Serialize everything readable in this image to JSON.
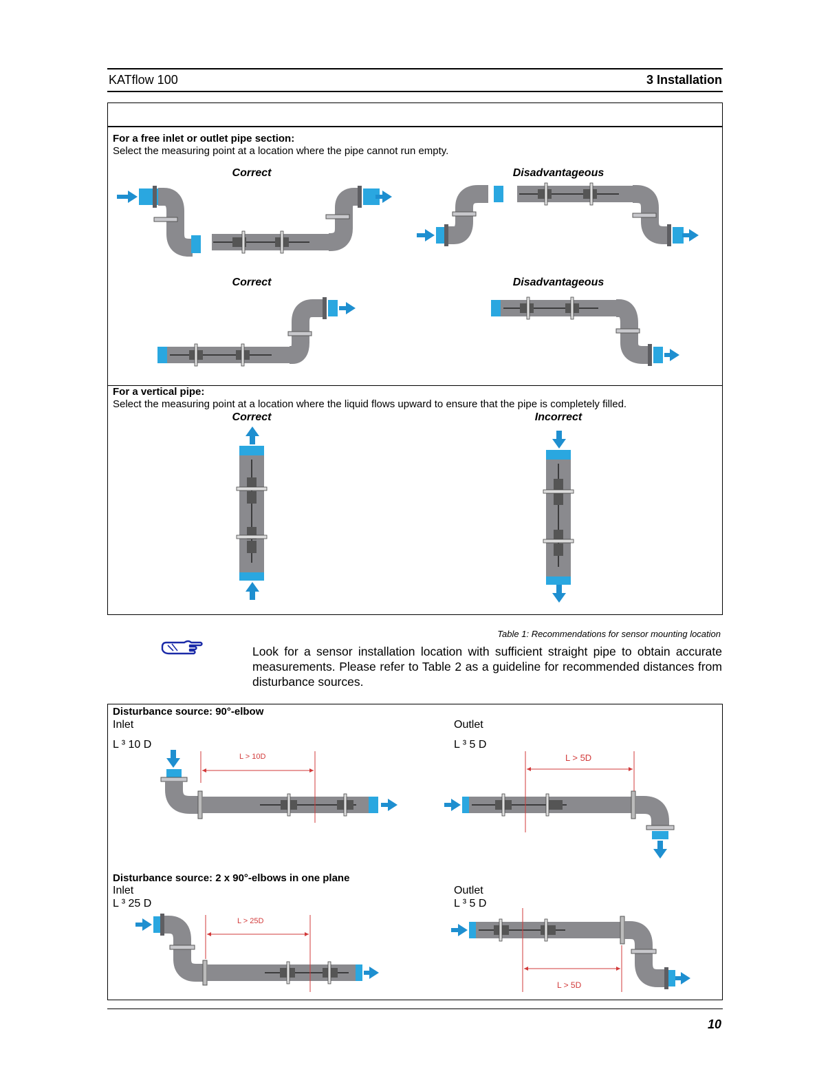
{
  "header": {
    "left": "KATflow 100",
    "right": "3 Installation"
  },
  "section_free": {
    "title": "For a free inlet or outlet pipe section:",
    "text": "Select the measuring point at a location where the pipe cannot run empty.",
    "captions": [
      "Correct",
      "Disadvantageous",
      "Correct",
      "Disadvantageous"
    ]
  },
  "section_vertical": {
    "title": "For a vertical pipe:",
    "text": "Select the measuring point at a location where the liquid flows upward to ensure that the pipe is completely filled.",
    "captions": [
      "Correct",
      "Incorrect"
    ]
  },
  "table_caption": "Table 1: Recommendations for sensor mounting location",
  "note": {
    "icon": "pointing-hand-icon",
    "text": "Look for a sensor installation location with sufficient straight pipe to obtain accurate measurements.  Please refer to Table 2 as a guideline for recommended distances from disturbance sources."
  },
  "disturbance_1": {
    "title": "Disturbance source: 90°-elbow",
    "inlet_label": "Inlet",
    "outlet_label": "Outlet",
    "inlet_req": "L ³ 10 D",
    "outlet_req": "L ³ 5 D",
    "inlet_dim": "L > 10D",
    "outlet_dim": "L > 5D"
  },
  "disturbance_2": {
    "title": "Disturbance source: 2 x 90°-elbows in one plane",
    "inlet_label": "Inlet",
    "outlet_label": "Outlet",
    "inlet_req": "L ³ 25 D",
    "outlet_req": "L ³ 5 D",
    "inlet_dim": "L > 25D",
    "outlet_dim": "L > 5D"
  },
  "page_number": "10",
  "colors": {
    "pipe": "#8a8a8e",
    "pipe_dark": "#5e5e62",
    "blue": "#2aa7e0",
    "arrow": "#1e8fd0",
    "dim_red": "#d23a3a"
  }
}
